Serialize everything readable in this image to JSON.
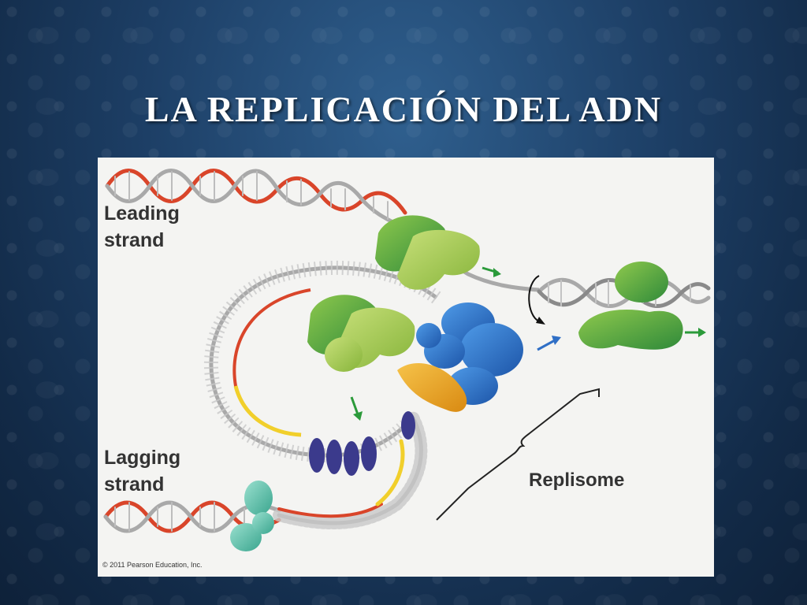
{
  "slide": {
    "title": "LA REPLICACIÓN DEL ADN"
  },
  "diagram": {
    "leading_line1": "Leading",
    "leading_line2": "strand",
    "lagging_line1": "Lagging",
    "lagging_line2": "strand",
    "replisome_label": "Replisome",
    "copyright": "© 2011 Pearson Education, Inc."
  },
  "colors": {
    "strand_red": "#d9452a",
    "strand_gray": "#a9a9a9",
    "primer_yellow": "#f1cf2b",
    "polymerase_green": "#4f9a3c",
    "helicase_blue": "#2f6fc6",
    "primase_orange": "#eba51f",
    "ssb_purple": "#3b3a8c",
    "ligase_teal": "#6dc6b2",
    "arrow_green": "#2b9a3a"
  }
}
